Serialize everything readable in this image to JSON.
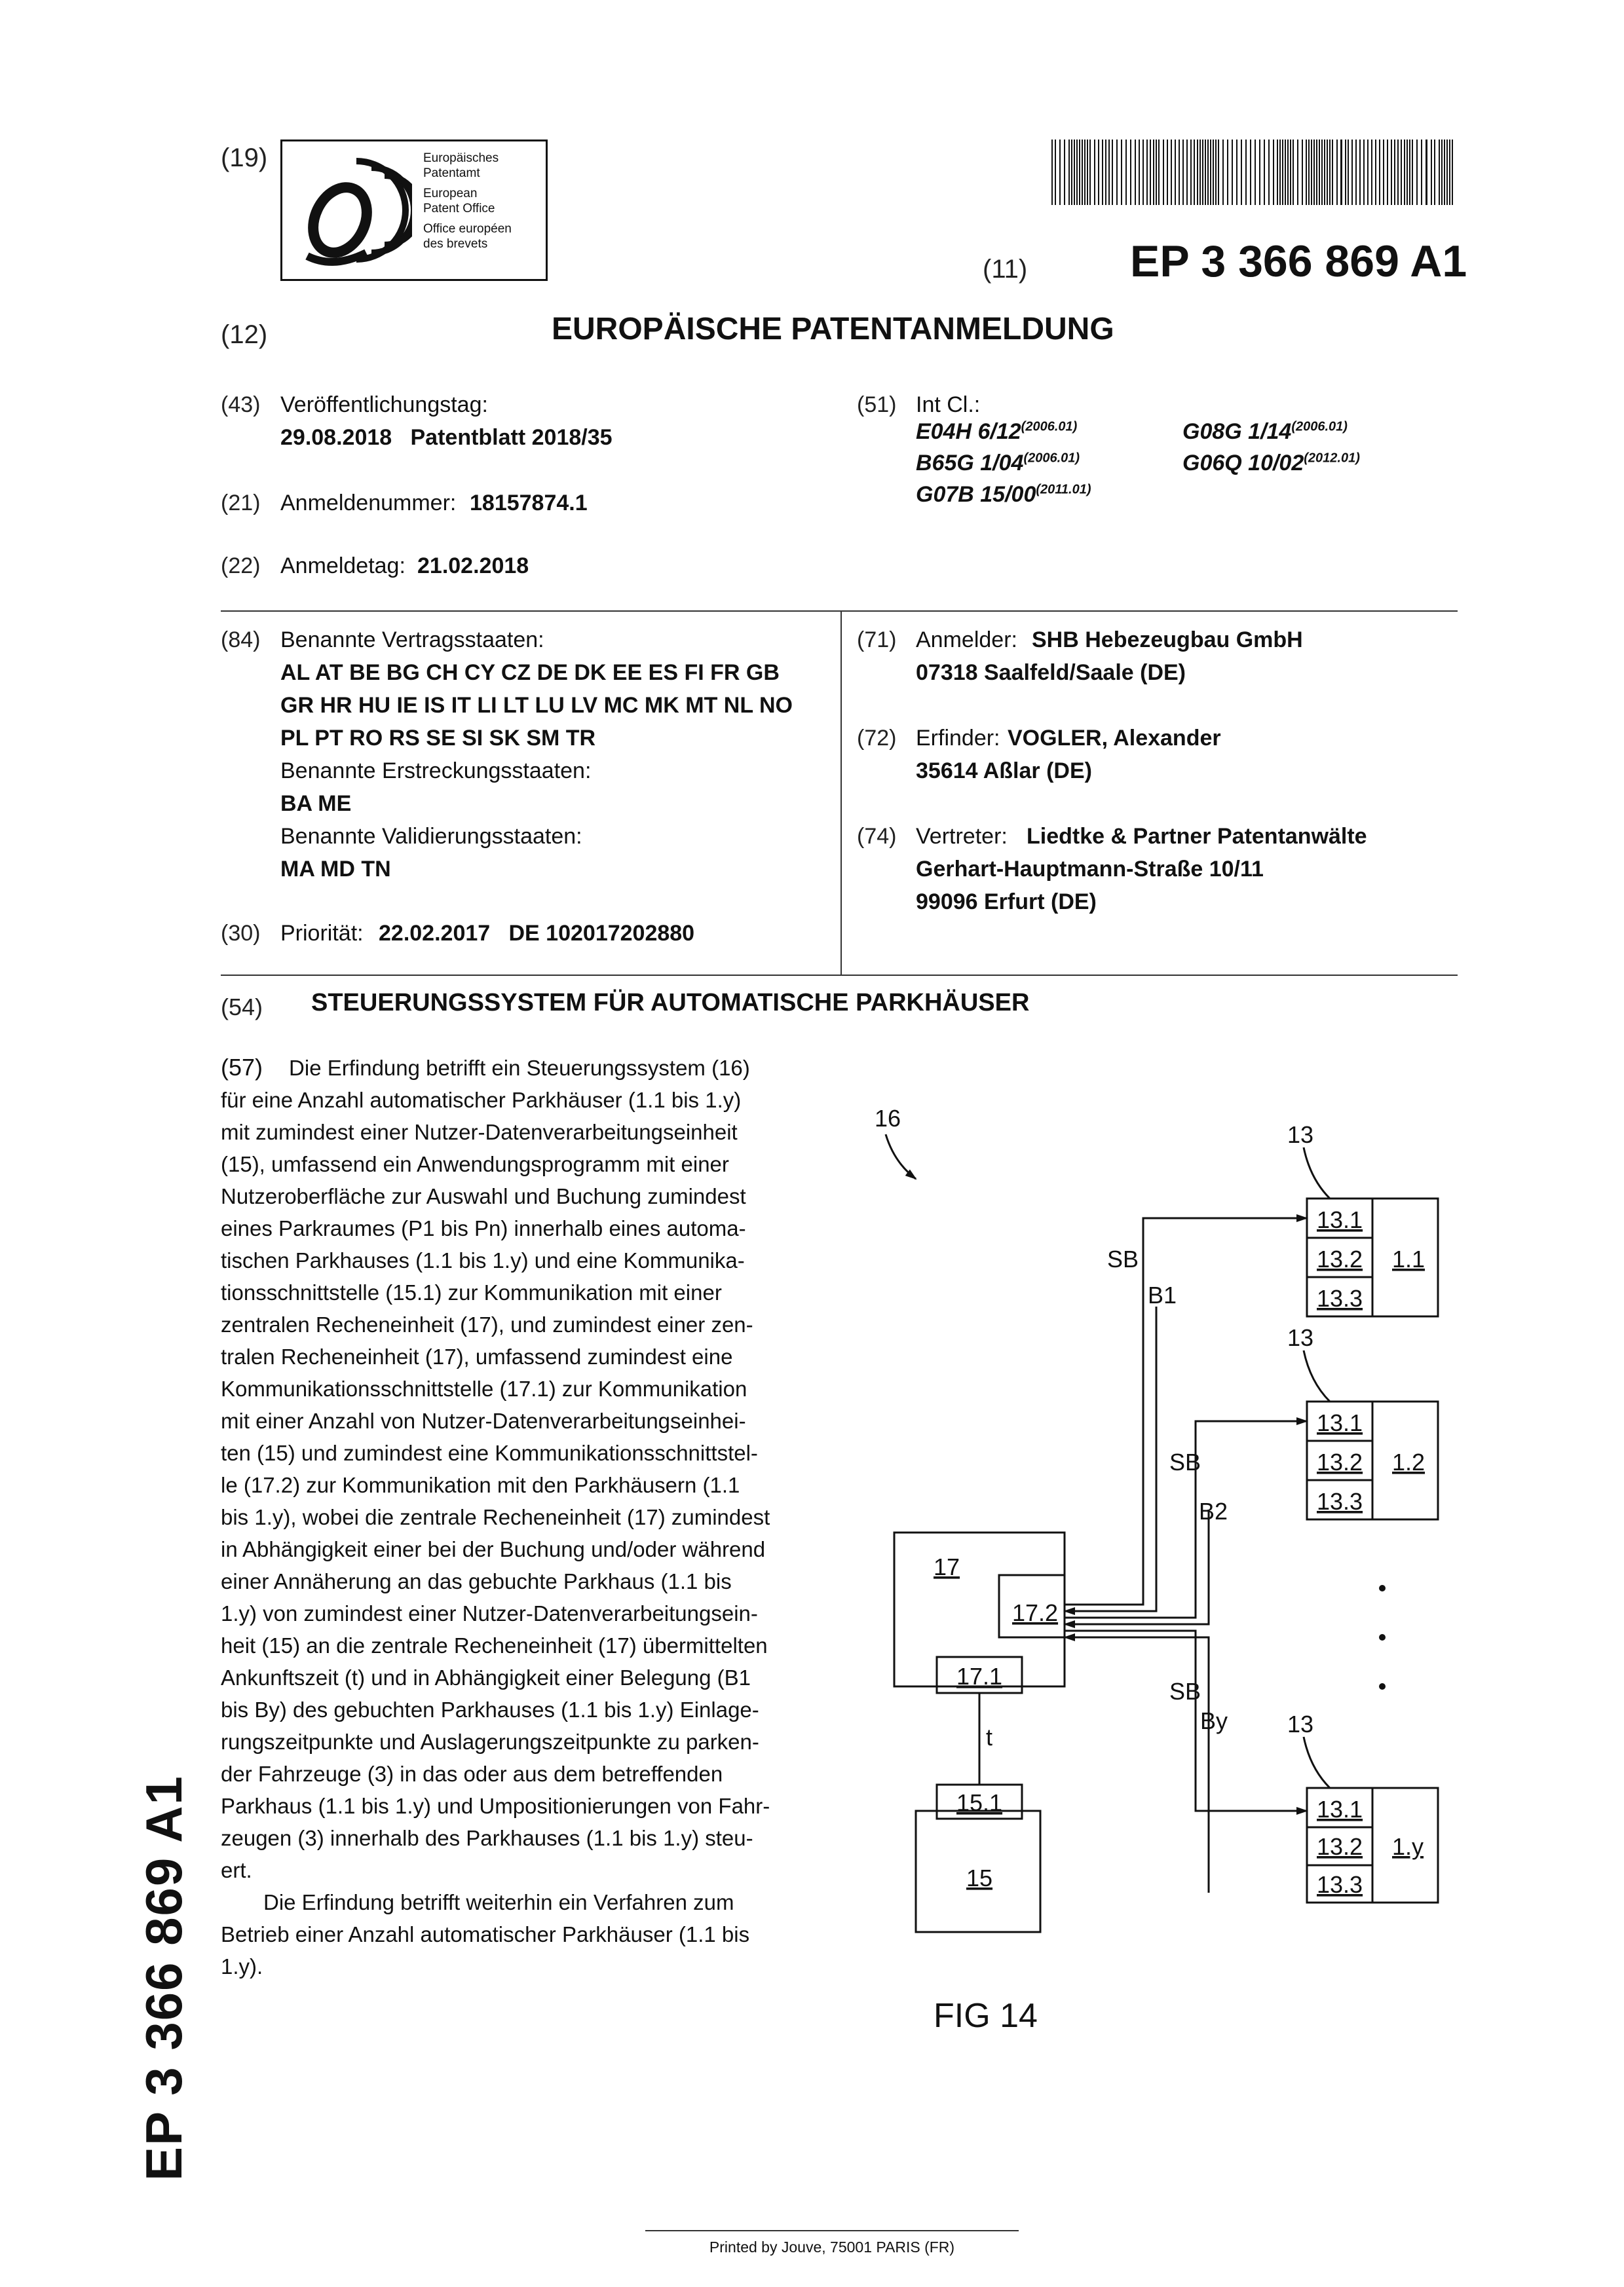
{
  "header": {
    "code_19": "(19)",
    "epo_lines": [
      "Europäisches",
      "Patentamt",
      "European",
      "Patent Office",
      "Office européen",
      "des brevets"
    ],
    "code_11": "(11)",
    "publication_number": "EP 3 366 869 A1",
    "code_12": "(12)",
    "document_type": "EUROPÄISCHE PATENTANMELDUNG"
  },
  "biblio": {
    "c43": "(43)",
    "pub_date_label": "Veröffentlichungstag:",
    "pub_date_value": "29.08.2018   Patentblatt 2018/35",
    "c21": "(21)",
    "app_number_label": "Anmeldenummer:",
    "app_number_value": "18157874.1",
    "c22": "(22)",
    "filing_date_label": "Anmeldetag:",
    "filing_date_value": "21.02.2018",
    "c51": "(51)",
    "int_cl_label": "Int Cl.:",
    "ipc": [
      {
        "code": "E04H 6/12",
        "ver": "(2006.01)"
      },
      {
        "code": "G08G 1/14",
        "ver": "(2006.01)"
      },
      {
        "code": "B65G 1/04",
        "ver": "(2006.01)"
      },
      {
        "code": "G06Q 10/02",
        "ver": "(2012.01)"
      },
      {
        "code": "G07B 15/00",
        "ver": "(2011.01)"
      }
    ],
    "c84": "(84)",
    "designated_label": "Benannte Vertragsstaaten:",
    "designated_states": [
      "AL AT BE BG CH CY CZ DE DK EE ES FI FR GB",
      "GR HR HU IE IS IT LI LT LU LV MC MK MT NL NO",
      "PL PT RO RS SE SI SK SM TR"
    ],
    "extension_label": "Benannte Erstreckungsstaaten:",
    "extension_states": "BA ME",
    "validation_label": "Benannte Validierungsstaaten:",
    "validation_states": "MA MD TN",
    "c30": "(30)",
    "priority_label": "Priorität:",
    "priority_value": "22.02.2017   DE 102017202880",
    "c71": "(71)",
    "applicant_label": "Anmelder:",
    "applicant_name": "SHB Hebezeugbau GmbH",
    "applicant_address": "07318 Saalfeld/Saale (DE)",
    "c72": "(72)",
    "inventor_label": "Erfinder:",
    "inventor_name": "VOGLER, Alexander",
    "inventor_address": "35614 Aßlar (DE)",
    "c74": "(74)",
    "representative_label": "Vertreter:",
    "representative_name": "Liedtke & Partner Patentanwälte",
    "representative_street": "Gerhart-Hauptmann-Straße 10/11",
    "representative_city": "99096 Erfurt (DE)",
    "c54": "(54)",
    "title": "STEUERUNGSSYSTEM FÜR AUTOMATISCHE PARKHÄUSER"
  },
  "abstract": {
    "c57": "(57)",
    "lines": [
      "Die Erfindung betrifft ein Steuerungssystem (16)",
      "für eine Anzahl automatischer Parkhäuser (1.1 bis 1.y)",
      "mit zumindest einer Nutzer-Datenverarbeitungseinheit",
      "(15), umfassend ein Anwendungsprogramm mit einer",
      "Nutzeroberfläche zur Auswahl und Buchung zumindest",
      "eines Parkraumes (P1 bis Pn) innerhalb eines automa-",
      "tischen Parkhauses (1.1 bis 1.y) und eine Kommunika-",
      "tionsschnittstelle (15.1) zur Kommunikation mit einer",
      "zentralen Recheneinheit (17), und zumindest einer zen-",
      "tralen Recheneinheit (17), umfassend zumindest eine",
      "Kommunikationsschnittstelle (17.1) zur Kommunikation",
      "mit einer Anzahl von Nutzer-Datenverarbeitungseinhei-",
      "ten (15) und zumindest eine Kommunikationsschnittstel-",
      "le (17.2) zur Kommunikation mit den Parkhäusern (1.1",
      "bis 1.y), wobei die zentrale Recheneinheit (17) zumindest",
      "in Abhängigkeit einer bei der Buchung und/oder während",
      "einer Annäherung an das gebuchte Parkhaus (1.1 bis",
      "1.y) von zumindest einer Nutzer-Datenverarbeitungsein-",
      "heit (15) an die zentrale Recheneinheit (17) übermittelten",
      "Ankunftszeit (t) und in Abhängigkeit einer Belegung (B1",
      "bis By) des gebuchten Parkhauses (1.1 bis 1.y) Einlage-",
      "rungszeitpunkte und Auslagerungszeitpunkte zu parken-",
      "der Fahrzeuge (3) in das oder aus dem betreffenden",
      "Parkhaus (1.1 bis 1.y) und Umpositionierungen von Fahr-",
      "zeugen (3) innerhalb des Parkhauses (1.1 bis 1.y) steu-",
      "ert.",
      "Die Erfindung betrifft weiterhin ein Verfahren zum",
      "Betrieb einer Anzahl automatischer Parkhäuser (1.1 bis",
      "1.y)."
    ]
  },
  "figure": {
    "caption": "FIG 14",
    "labels": {
      "system": "16",
      "ref13": "13",
      "cpu": "17",
      "iface_park": "17.2",
      "iface_user": "17.1",
      "user_unit": "15",
      "user_iface": "15.1",
      "t": "t",
      "sb": "SB",
      "b1": "B1",
      "b2": "B2",
      "by": "By",
      "sub1": "13.1",
      "sub2": "13.2",
      "sub3": "13.3",
      "garage1": "1.1",
      "garage2": "1.2",
      "garagey": "1.y"
    }
  },
  "spine_text": "EP 3 366 869 A1",
  "footer": "Printed by Jouve, 75001 PARIS (FR)"
}
